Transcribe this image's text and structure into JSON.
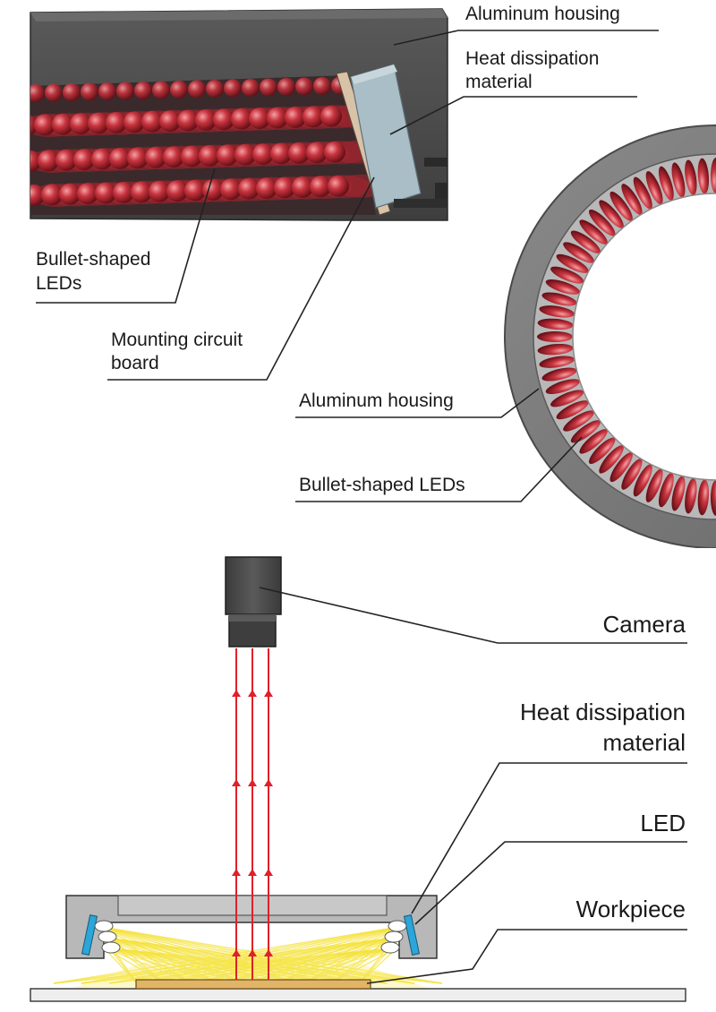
{
  "labels": {
    "aluminum_housing_top": "Aluminum housing",
    "heat_dissipation_top_1": "Heat dissipation",
    "heat_dissipation_top_2": "material",
    "bullet_leds_1": "Bullet-shaped",
    "bullet_leds_2": "LEDs",
    "mounting_board_1": "Mounting circuit",
    "mounting_board_2": "board",
    "aluminum_housing_ring": "Aluminum housing",
    "bullet_leds_ring": "Bullet-shaped LEDs",
    "camera": "Camera",
    "heat_dissipation_bottom_1": "Heat dissipation",
    "heat_dissipation_bottom_2": "material",
    "led": "LED",
    "workpiece": "Workpiece"
  },
  "colors": {
    "housing_dark": "#4a4a4a",
    "housing_light": "#b4b4b4",
    "led_red": "#c0303a",
    "heat_material": "#9fb4bc",
    "light_ray_red": "#e0202a",
    "light_yellow": "#f5e23a",
    "led_blue": "#2aa6d8",
    "workpiece": "#e0b060"
  }
}
